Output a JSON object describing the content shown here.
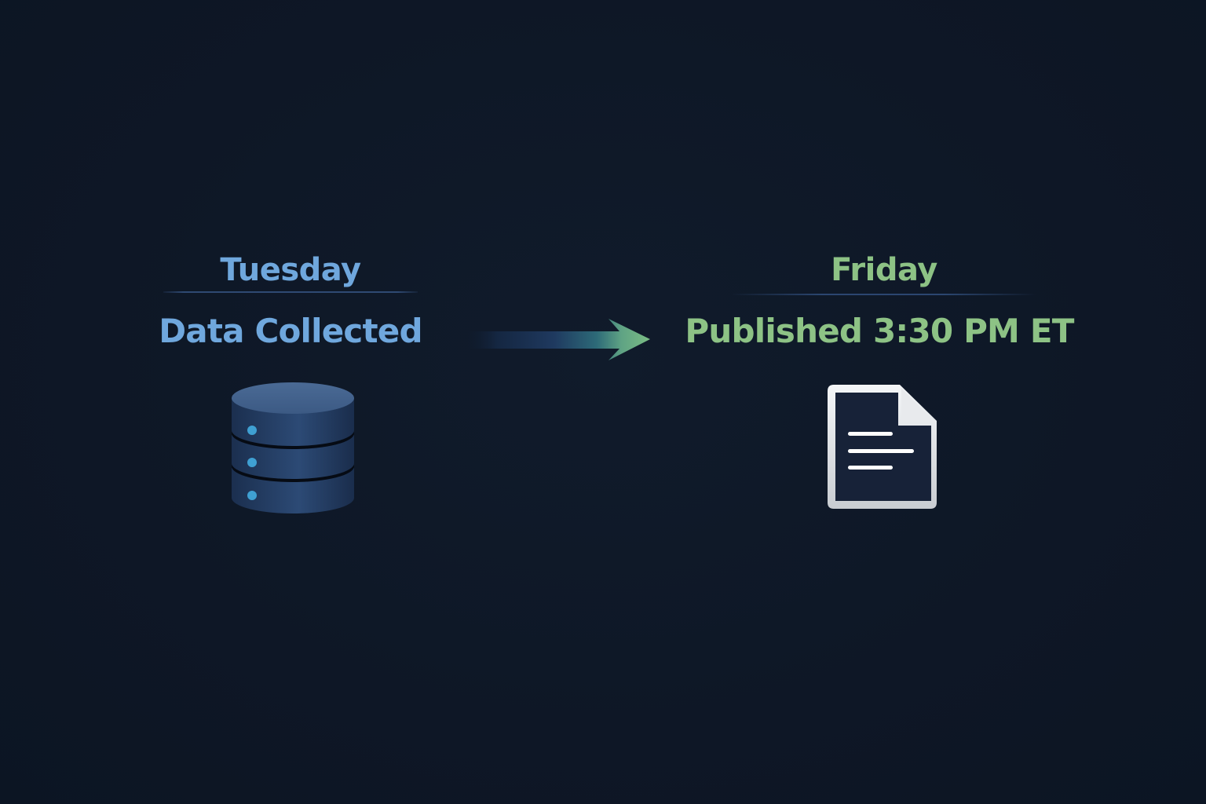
{
  "diagram": {
    "type": "timeline-flow",
    "background_color": "#0e1726",
    "stages": [
      {
        "day": "Tuesday",
        "label": "Data Collected",
        "icon": "database-icon",
        "color": "#6fa7dd"
      },
      {
        "day": "Friday",
        "label": "Published 3:30 PM ET",
        "icon": "document-icon",
        "color": "#8dc285"
      }
    ],
    "connector": {
      "icon": "arrow-right-icon",
      "from_color": "#1d3356",
      "to_color": "#78b883"
    }
  }
}
